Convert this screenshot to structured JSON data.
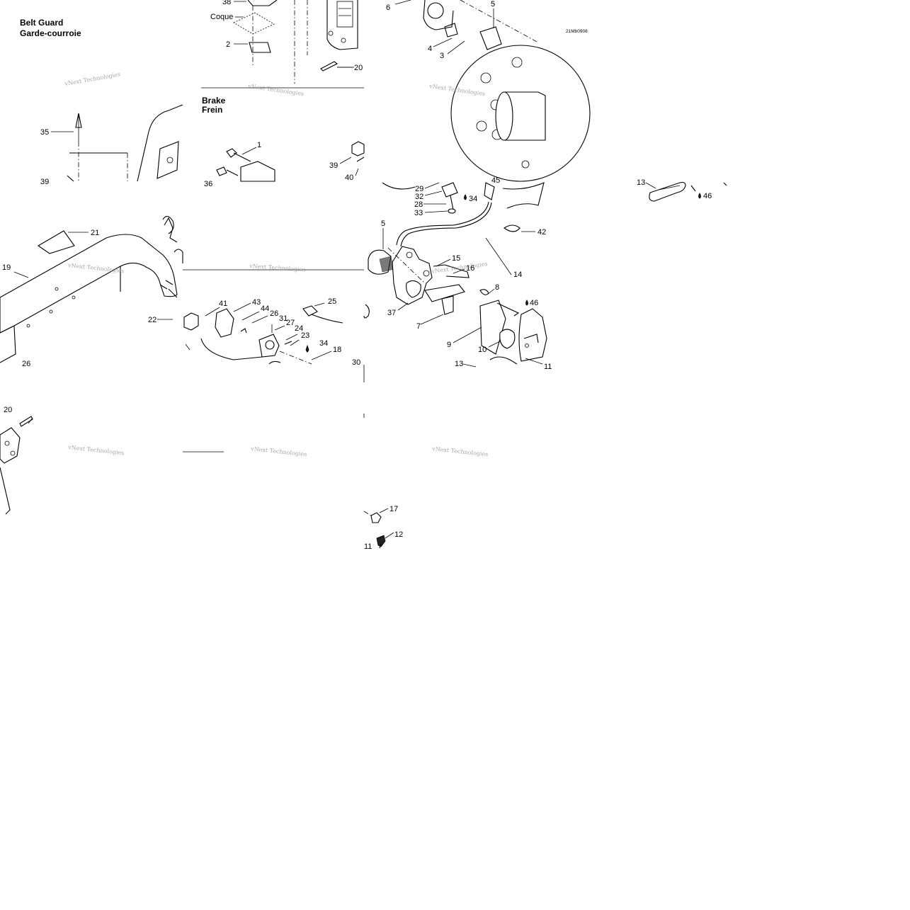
{
  "sections": [
    {
      "lines": [
        "Belt Guard",
        "Garde-courroie"
      ]
    },
    {
      "lines": [
        "Brake",
        "Frein"
      ]
    }
  ],
  "labels": {
    "coque": "Coque",
    "drawing_code": "21Mb0908"
  },
  "watermark": "vNext Technologies",
  "callouts": [
    "38",
    "2",
    "20",
    "6",
    "5",
    "4",
    "3",
    "35",
    "39",
    "1",
    "36",
    "39",
    "40",
    "29",
    "32",
    "28",
    "33",
    "34",
    "45",
    "13",
    "46",
    "21",
    "19",
    "22",
    "41",
    "43",
    "44",
    "26",
    "31",
    "27",
    "24",
    "23",
    "25",
    "34",
    "18",
    "30",
    "42",
    "5",
    "15",
    "16",
    "14",
    "8",
    "46",
    "37",
    "7",
    "9",
    "10",
    "13",
    "11",
    "20",
    "17",
    "12",
    "11",
    "26"
  ]
}
